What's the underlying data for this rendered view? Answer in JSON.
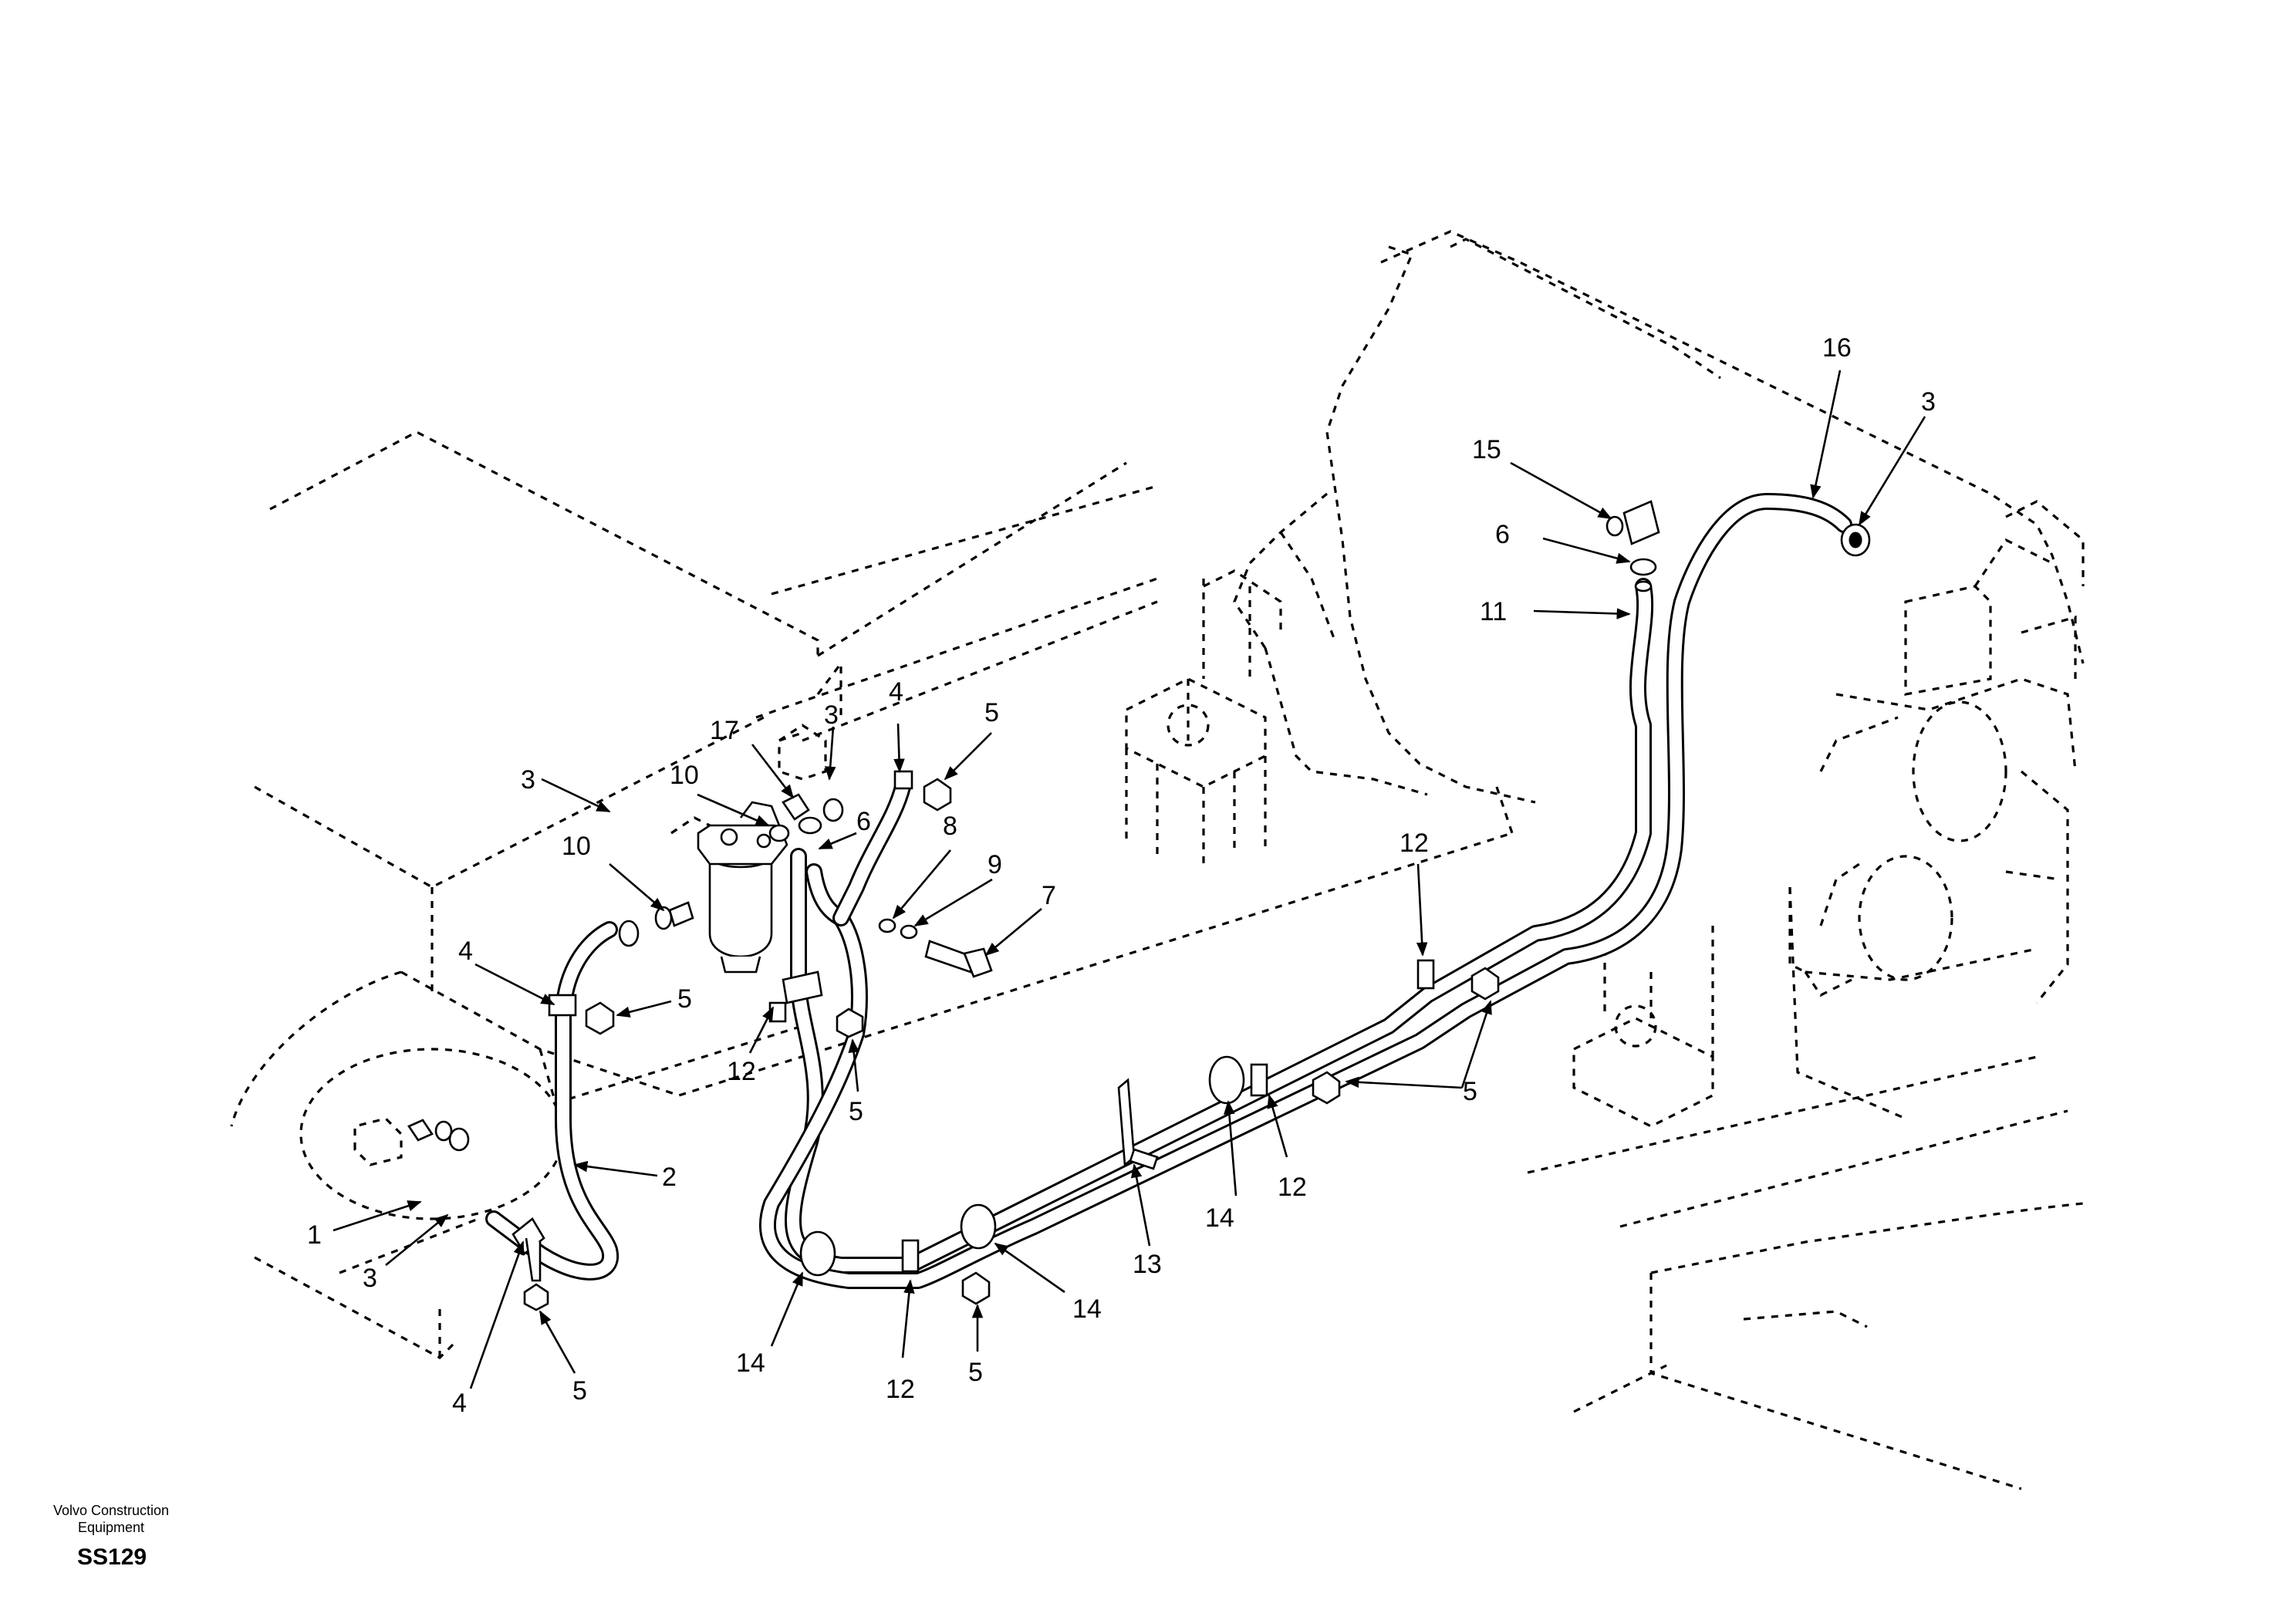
{
  "footer": {
    "brand_line1": "Volvo Construction",
    "brand_line2": "Equipment",
    "code": "SS129"
  },
  "callouts": {
    "c1": "1",
    "c2": "2",
    "c3a": "3",
    "c3b": "3",
    "c3c": "3",
    "c3d": "3",
    "c4a": "4",
    "c4b": "4",
    "c4c": "4",
    "c5a": "5",
    "c5b": "5",
    "c5c": "5",
    "c5d": "5",
    "c5e": "5",
    "c5f": "5",
    "c6a": "6",
    "c6b": "6",
    "c7": "7",
    "c8": "8",
    "c9": "9",
    "c10a": "10",
    "c10b": "10",
    "c11": "11",
    "c12a": "12",
    "c12b": "12",
    "c12c": "12",
    "c12d": "12",
    "c13": "13",
    "c14a": "14",
    "c14b": "14",
    "c14c": "14",
    "c15": "15",
    "c16": "16",
    "c17": "17"
  }
}
